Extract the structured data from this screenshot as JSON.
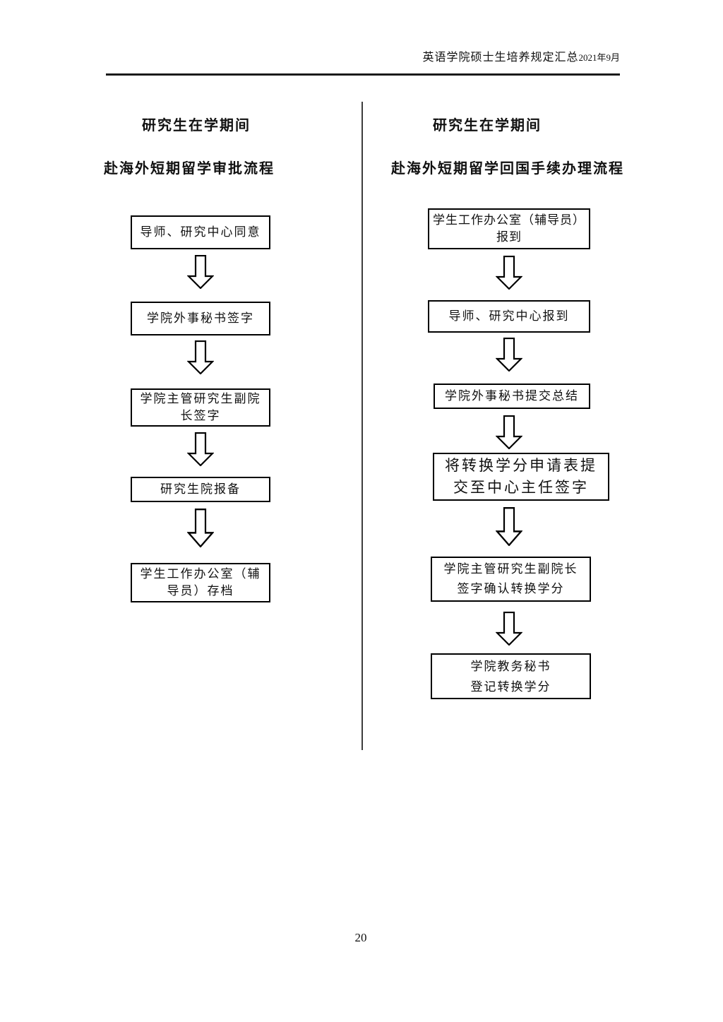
{
  "header": {
    "title": "英语学院硕士生培养规定汇总",
    "date": "2021年9月"
  },
  "left_flow": {
    "title_line1": "研究生在学期间",
    "title_line2": "赴海外短期留学审批流程",
    "steps": [
      {
        "lines": [
          "导师、研究中心同意"
        ]
      },
      {
        "lines": [
          "学院外事秘书签字"
        ]
      },
      {
        "lines": [
          "学院主管研究生副院",
          "长签字"
        ]
      },
      {
        "lines": [
          "研究生院报备"
        ]
      },
      {
        "lines": [
          "学生工作办公室（辅",
          "导员）存档"
        ]
      }
    ]
  },
  "right_flow": {
    "title_line1": "研究生在学期间",
    "title_line2": "赴海外短期留学回国手续办理流程",
    "steps": [
      {
        "lines": [
          "学生工作办公室（辅导员）",
          "报到"
        ]
      },
      {
        "lines": [
          "导师、研究中心报到"
        ]
      },
      {
        "lines": [
          "学院外事秘书提交总结"
        ]
      },
      {
        "lines": [
          "将转换学分申请表提",
          "交至中心主任签字"
        ]
      },
      {
        "lines": [
          "学院主管研究生副院长",
          "签字确认转换学分"
        ]
      },
      {
        "lines": [
          "学院教务秘书",
          "登记转换学分"
        ]
      }
    ]
  },
  "footer": {
    "page_number": "20"
  }
}
